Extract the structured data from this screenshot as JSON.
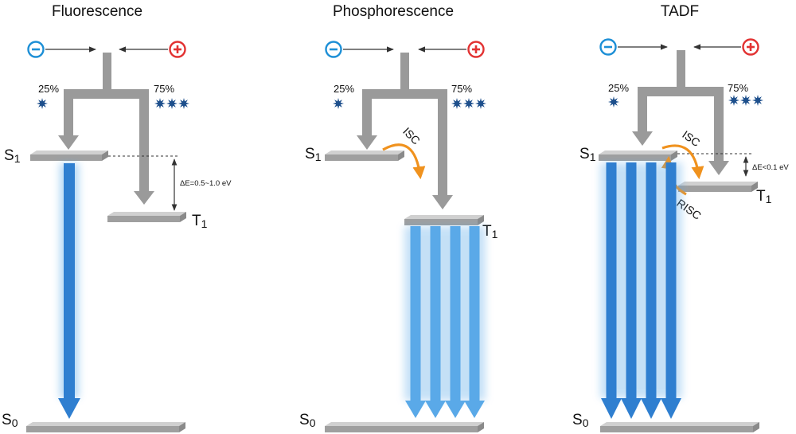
{
  "colors": {
    "gray": "#9a9a9a",
    "level_fill": "#b9b9b9",
    "blue": "#2f7fd0",
    "blue_light": "#5aa9e8",
    "orange": "#f0921e",
    "minus": "#1d8fd6",
    "plus": "#e23232",
    "star": "#1d4f8c"
  },
  "panels": [
    {
      "title": "Fluorescence",
      "s1": "S1",
      "t1": "T1",
      "s0": "S0",
      "singlet_pct": "25%",
      "triplet_pct": "75%",
      "delta_e": "ΔE=0.5~1.0 eV",
      "isc": "",
      "risc": ""
    },
    {
      "title": "Phosphorescence",
      "s1": "S1",
      "t1": "T1",
      "s0": "S0",
      "singlet_pct": "25%",
      "triplet_pct": "75%",
      "delta_e": "",
      "isc": "ISC",
      "risc": ""
    },
    {
      "title": "TADF",
      "s1": "S1",
      "t1": "T1",
      "s0": "S0",
      "singlet_pct": "25%",
      "triplet_pct": "75%",
      "delta_e": "ΔE<0.1 eV",
      "isc": "ISC",
      "risc": "RISC"
    }
  ]
}
